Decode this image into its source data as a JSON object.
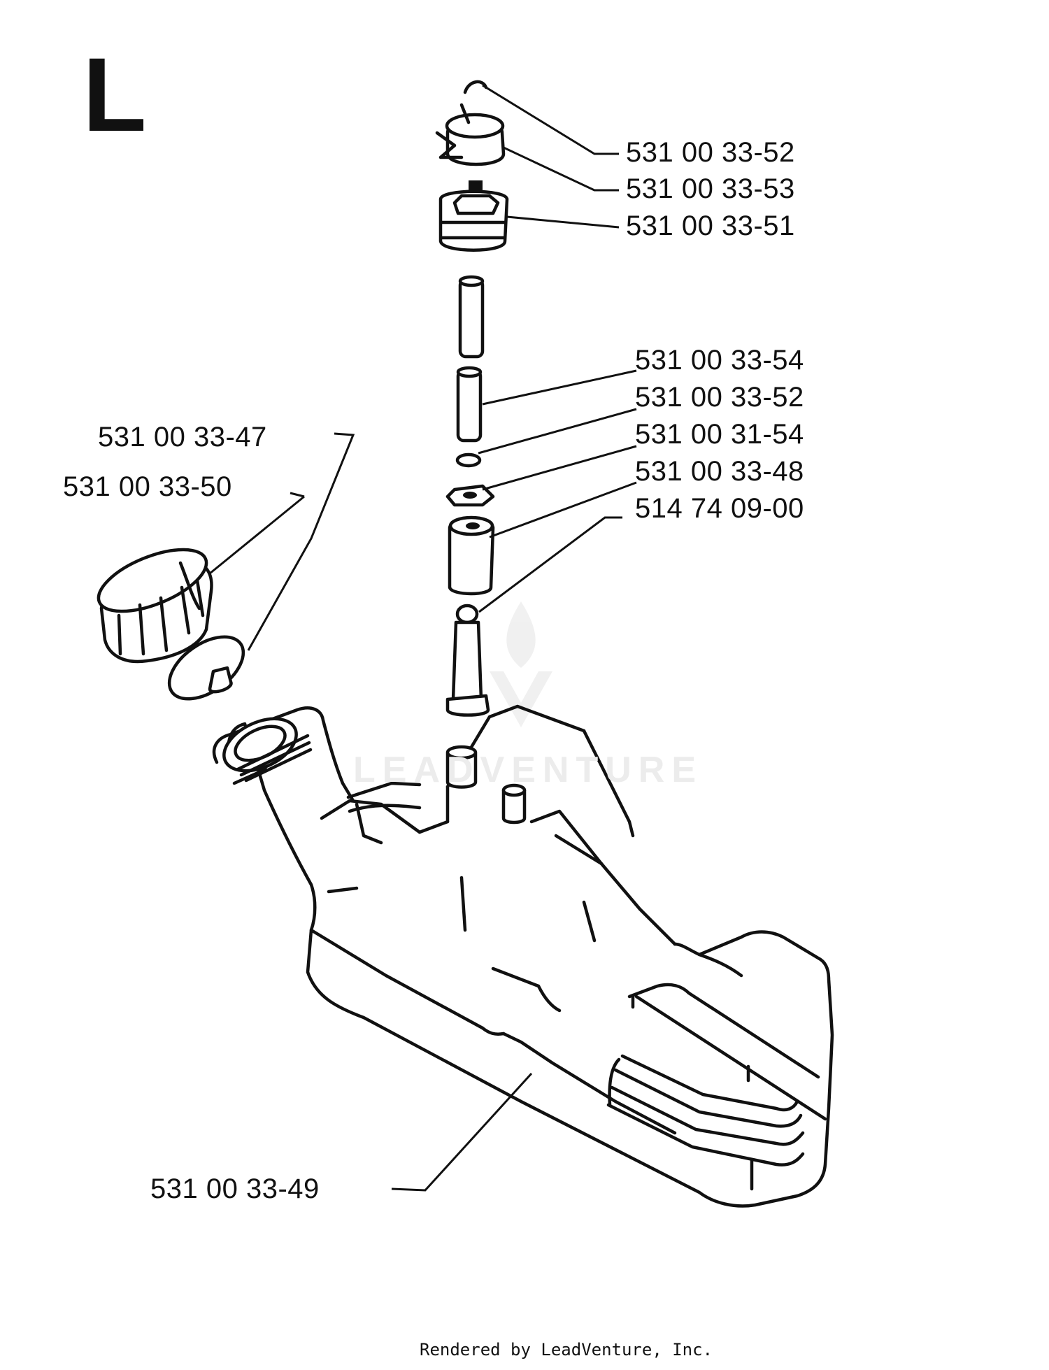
{
  "diagram": {
    "section_letter": "L",
    "labels": {
      "ring_top": "531 00 33-52",
      "clamp": "531 00 33-53",
      "grommet": "531 00 33-51",
      "hose_upper": "531 00 33-54",
      "hose_lower": "531 00 33-52",
      "washer_small": "531 00 31-54",
      "nut": "531 00 33-48",
      "filter": "514 74 09-00",
      "cap_seal": "531 00 33-47",
      "cap": "531 00 33-50",
      "tank": "531 00 33-49"
    },
    "watermark": "LEADVENTURE",
    "footer": "Rendered by LeadVenture, Inc."
  }
}
